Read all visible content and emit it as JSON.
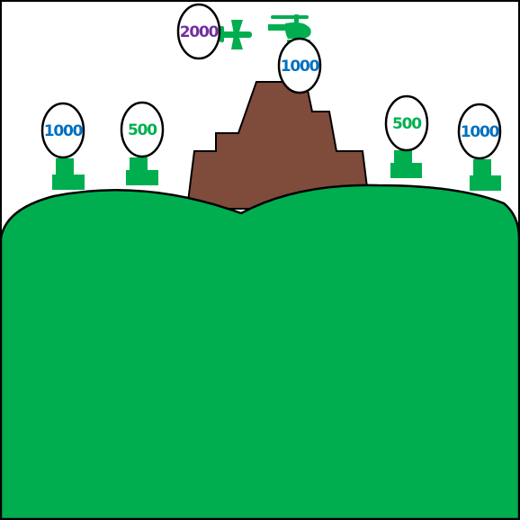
{
  "colors": {
    "background": "#ffffff",
    "hill": "#00ae4f",
    "mountain": "#7f4b3b",
    "unit": "#00ae4f",
    "outline": "#000000",
    "score_blue": "#0070c0",
    "score_green": "#00b050",
    "score_purple": "#7030a0"
  },
  "targets": {
    "plane": {
      "icon": "airplane-icon",
      "score": "2000"
    },
    "helicopter": {
      "icon": "helicopter-icon",
      "score": "1000"
    },
    "soldier_1": {
      "icon": "soldier-icon",
      "score": "1000"
    },
    "soldier_2": {
      "icon": "soldier-icon",
      "score": "500"
    },
    "soldier_3": {
      "icon": "soldier-icon",
      "score": "500"
    },
    "soldier_4": {
      "icon": "soldier-icon",
      "score": "1000"
    }
  }
}
